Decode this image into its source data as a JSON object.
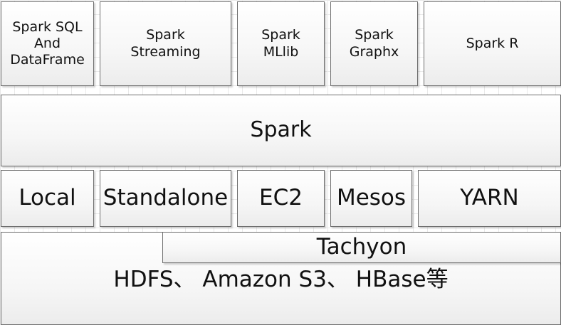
{
  "diagram": {
    "libraries": [
      "Spark SQL\nAnd\nDataFrame",
      "Spark\nStreaming",
      "Spark\nMLlib",
      "Spark\nGraphx",
      "Spark R"
    ],
    "core": "Spark",
    "deploy_modes": [
      "Local",
      "Standalone",
      "EC2",
      "Mesos",
      "YARN"
    ],
    "memory_layer": "Tachyon",
    "storage": "HDFS、 Amazon S3、 HBase等"
  }
}
